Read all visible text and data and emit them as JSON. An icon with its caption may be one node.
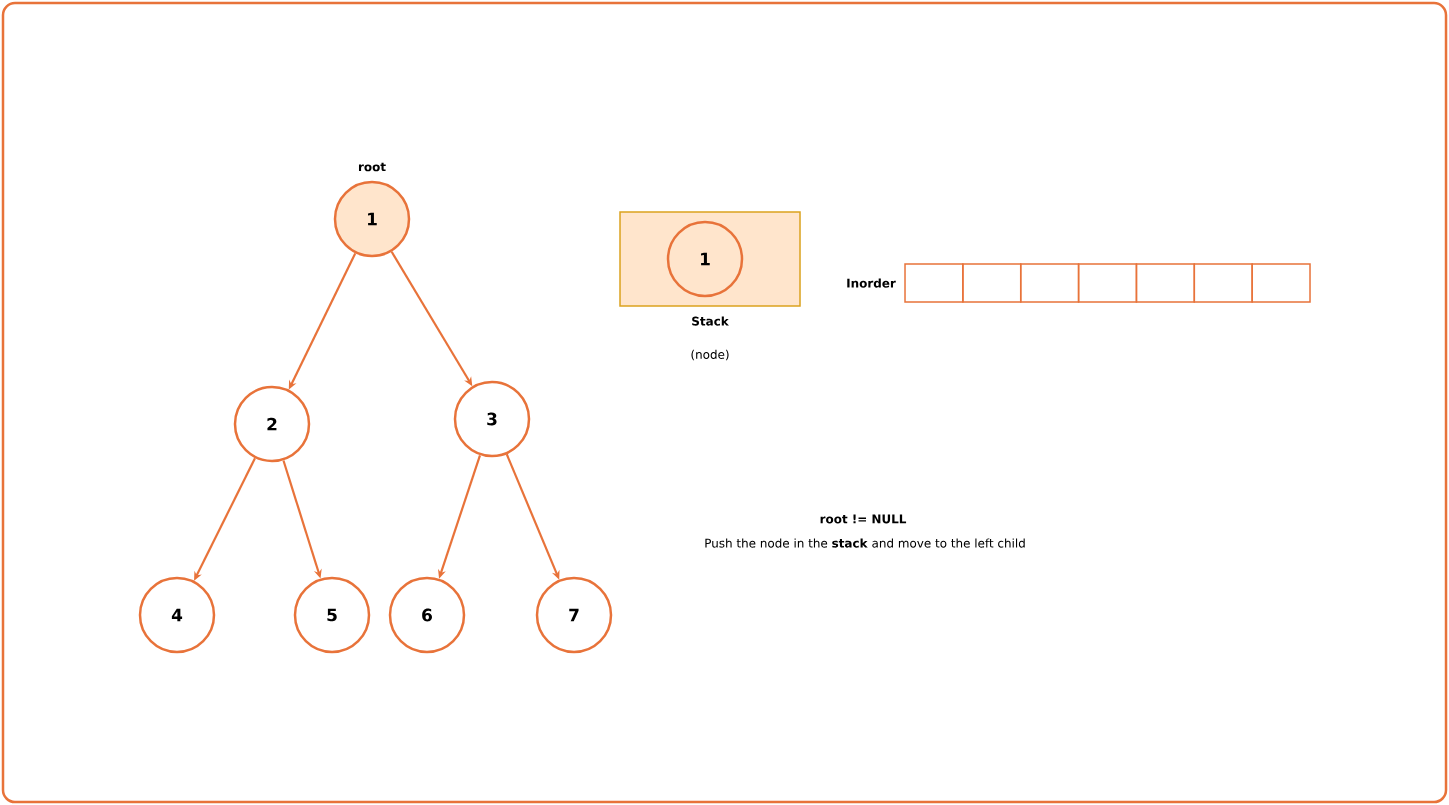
{
  "diagram": {
    "nodes": [
      {
        "text": [
          "1"
        ],
        "beside": [
          "root"
        ]
      },
      {
        "text": [
          "2"
        ]
      },
      {
        "text": [
          "3"
        ]
      },
      {
        "text": [
          "4"
        ]
      },
      {
        "text": [
          "5"
        ]
      },
      {
        "text": [
          "6"
        ]
      },
      {
        "text": [
          "7"
        ]
      },
      {
        "text": [
          "Stack"
        ],
        "beside": [
          "(node)"
        ]
      },
      {
        "text": [
          "1"
        ],
        "in": 7
      },
      {
        "text": [
          "Inorder"
        ]
      },
      {
        "text": [],
        "shape": "box"
      },
      {
        "text": [],
        "shape": "box"
      },
      {
        "text": [],
        "shape": "box"
      },
      {
        "text": [],
        "shape": "box"
      },
      {
        "text": [],
        "shape": "box"
      },
      {
        "text": [],
        "shape": "box"
      },
      {
        "text": [],
        "shape": "box"
      }
    ],
    "edges": [
      {
        "from": 0,
        "to": 1,
        "arrow": "to"
      },
      {
        "from": 0,
        "to": 2,
        "arrow": "to"
      },
      {
        "from": 1,
        "to": 3,
        "arrow": "to"
      },
      {
        "from": 1,
        "to": 4,
        "arrow": "to"
      },
      {
        "from": 2,
        "to": 5,
        "arrow": "to"
      },
      {
        "from": 2,
        "to": 6,
        "arrow": "to"
      }
    ],
    "labels": [
      "root != NULL",
      "Push the node in the **stack** and move to the left child"
    ]
  }
}
